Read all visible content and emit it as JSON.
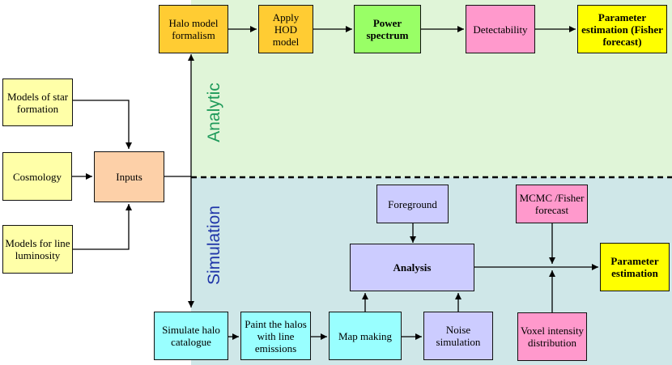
{
  "sections": {
    "analytic": "Analytic",
    "simulation": "Simulation"
  },
  "colors": {
    "analytic_bg": "#e0f5d8",
    "simulation_bg": "#cfe7e8",
    "input_yellow": "#ffffa8",
    "inputs_orange": "#fdd0a8",
    "analytic_orange": "#ffcc33",
    "power_green": "#99ff66",
    "pink": "#ff99cc",
    "result_yellow": "#ffff00",
    "lavender": "#ccccff",
    "cyan": "#99ffff"
  },
  "nodes": {
    "star_formation": "Models of star formation",
    "cosmology": "Cosmology",
    "line_luminosity": "Models for line luminosity",
    "inputs": "Inputs",
    "halo_model": "Halo model formalism",
    "apply_hod": "Apply HOD model",
    "power_spectrum": "Power spectrum",
    "detectability": "Detectability",
    "param_est_analytic": "Parameter estimation (Fisher forecast)",
    "foreground": "Foreground",
    "analysis": "Analysis",
    "mcmc": "MCMC /Fisher forecast",
    "param_est_sim": "Parameter estimation",
    "simulate_halo": "Simulate halo catalogue",
    "paint_halos": "Paint the halos with line emissions",
    "map_making": "Map making",
    "noise_sim": "Noise simulation",
    "voxel": "Voxel intensity distribution"
  }
}
